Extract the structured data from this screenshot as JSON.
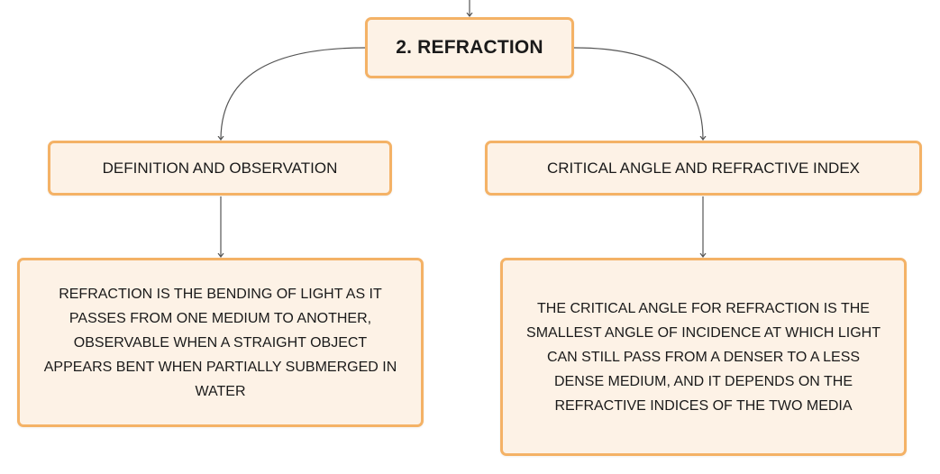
{
  "root": {
    "title": "2. REFRACTION"
  },
  "branches": [
    {
      "label": "DEFINITION AND OBSERVATION",
      "detail": "REFRACTION IS THE BENDING OF LIGHT AS IT PASSES FROM ONE MEDIUM TO ANOTHER, OBSERVABLE WHEN A STRAIGHT OBJECT APPEARS BENT WHEN PARTIALLY SUBMERGED IN WATER"
    },
    {
      "label": "CRITICAL ANGLE AND REFRACTIVE INDEX",
      "detail": "THE CRITICAL ANGLE FOR REFRACTION IS THE SMALLEST ANGLE OF INCIDENCE AT WHICH LIGHT CAN STILL PASS FROM A DENSER TO A LESS DENSE MEDIUM, AND IT DEPENDS ON THE REFRACTIVE INDICES OF THE TWO MEDIA"
    }
  ],
  "colors": {
    "node_fill": "#fdf2e6",
    "node_border": "#f4b266",
    "connector": "#555555",
    "text": "#1a1a1a"
  }
}
